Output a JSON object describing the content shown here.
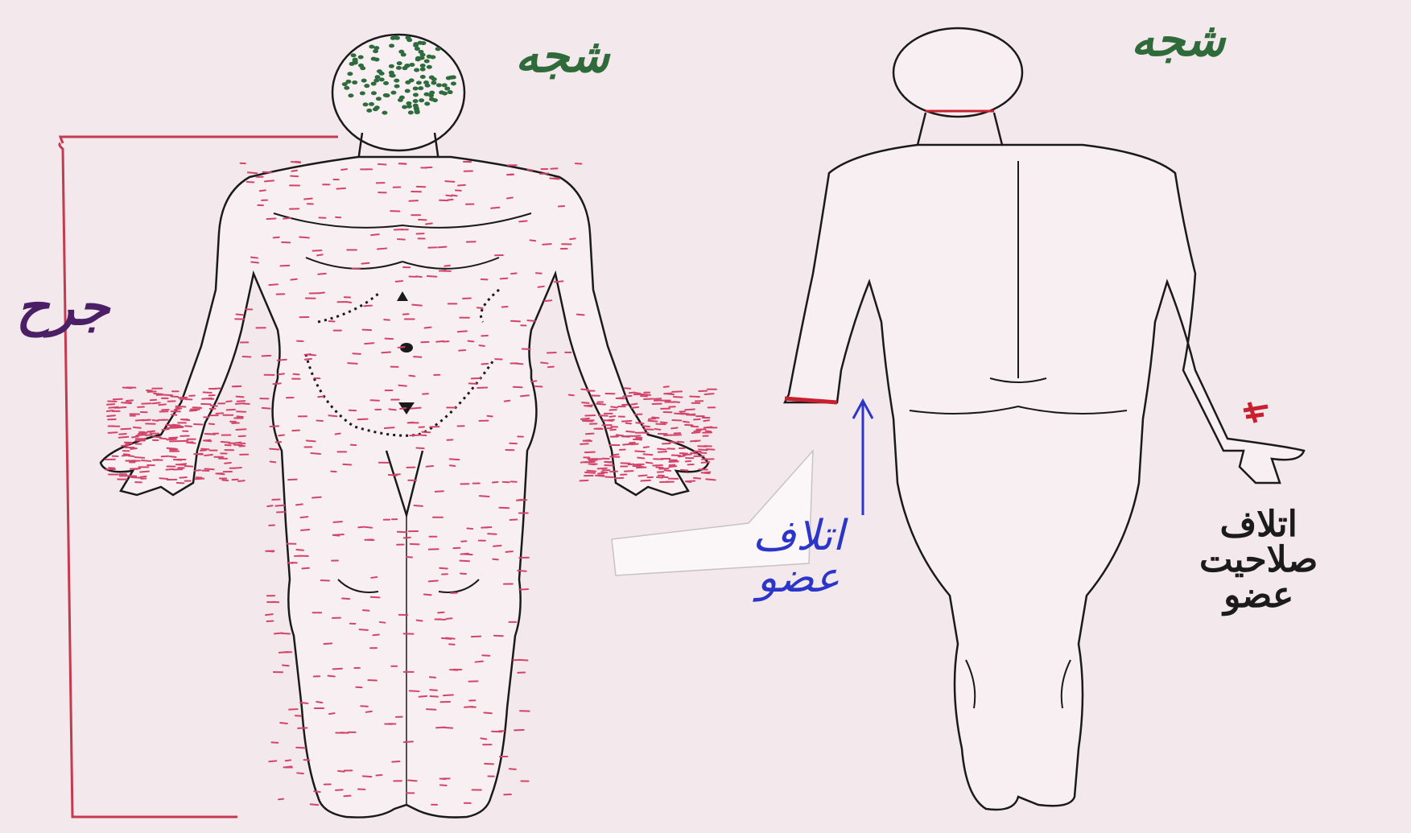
{
  "labels": {
    "front_head": "شجه",
    "back_head": "شجه",
    "bracket": "جرح",
    "blue_line1": "اتلاف",
    "blue_line2": "عضو",
    "dark_line1": "اتلاف",
    "dark_line2": "صلاحیت",
    "dark_line3": "عضو"
  },
  "colors": {
    "wound_marks": "#d2446a",
    "head_dots": "#2e6b3d",
    "blue_annotation": "#2b36c8",
    "injury_red": "#c8202e"
  }
}
